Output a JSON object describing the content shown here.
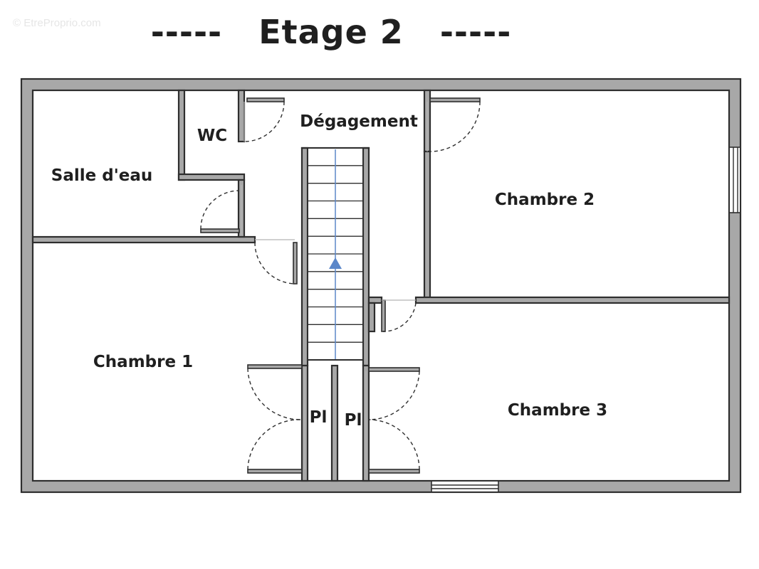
{
  "watermark": "© EtreProprio.com",
  "title": "-----   Etage 2   -----",
  "rooms": {
    "salle_deau": "Salle d'eau",
    "wc": "WC",
    "degagement": "Dégagement",
    "chambre_2": "Chambre 2",
    "chambre_1": "Chambre 1",
    "chambre_3": "Chambre 3",
    "placard_left": "Pl",
    "placard_right": "Pl"
  },
  "stairs": {
    "step_count": 12,
    "direction": "up"
  },
  "colors": {
    "wall": "#a8a8a8",
    "outline": "#2e2e2e",
    "stair_arrow": "#5b87c9",
    "background": "#ffffff"
  }
}
